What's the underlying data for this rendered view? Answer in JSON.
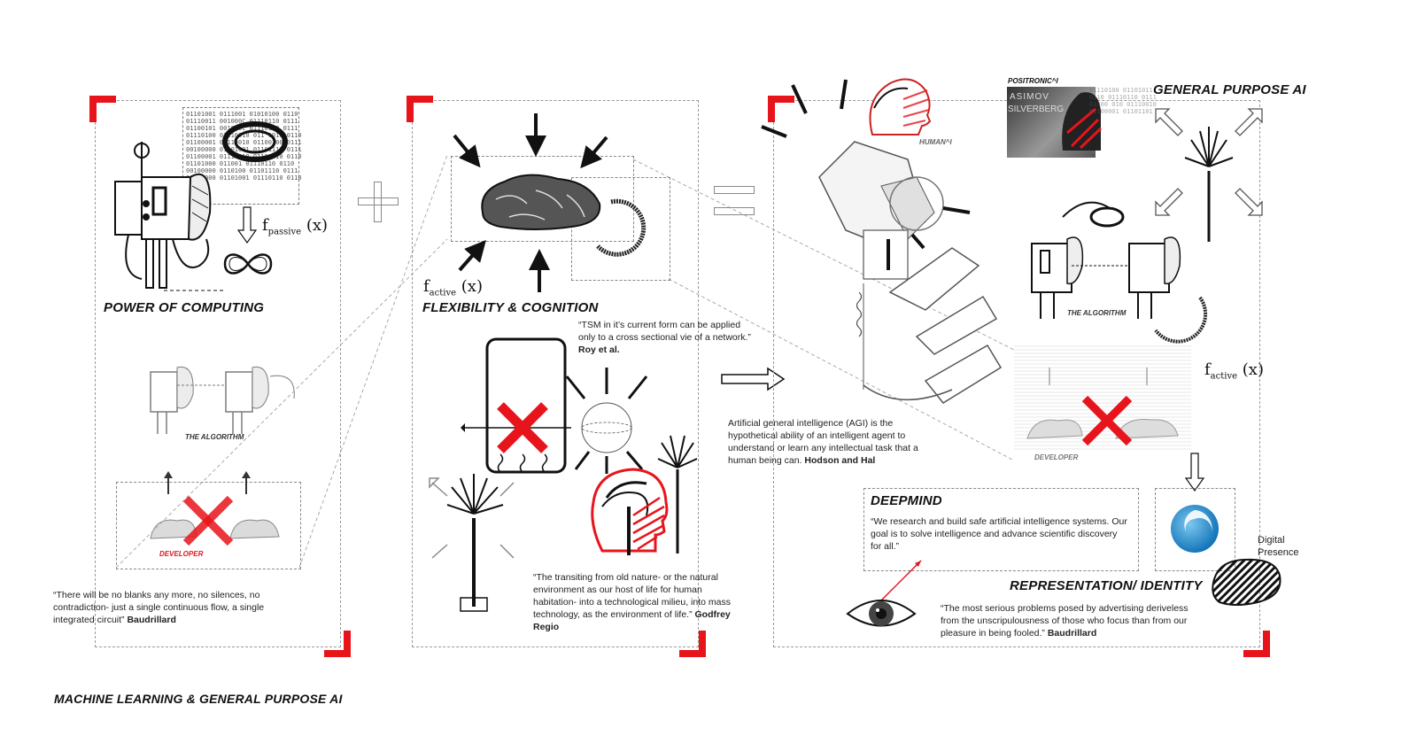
{
  "footer_title": "MACHINE LEARNING & GENERAL PURPOSE AI",
  "operators": {
    "plus": "+",
    "equals": "="
  },
  "panel1": {
    "heading": "POWER OF COMPUTING",
    "fn_label": "f",
    "fn_sub": "passive",
    "fn_arg": "(x)",
    "algorithm_label": "THE ALGORITHM",
    "developer_label": "DEVELOPER",
    "quote_text": "“There will be no blanks any more, no silences, no contradiction- just a single continuous flow, a single integrated circuit”",
    "quote_author": "Baudrillard",
    "binary": "01101001 0111001 01010100 0110\n01110011 001000C 01110110 0111\n01100101 001000C 01110110 0111\n01110100 01110010 011 1010 0110\n01100001 01110010 01100100 0111\n00100000 01101001 01101110 0111\n01100001 01110010 01100010 0110\n01101000 011001 01110110 0110\n00100000 0110100 01101110 0111\n01110000 01101001 01110110 0110"
  },
  "panel2": {
    "heading": "FLEXIBILITY & COGNITION",
    "fn_label": "f",
    "fn_sub": "active",
    "fn_arg": "(x)",
    "quote1_text": "“TSM in it’s current form can be applied only to a cross sectional vie of a network.”",
    "quote1_author": "Roy et al.",
    "quote2_text": "“The transiting from old  nature- or the natural environment as our host of life for human habitation- into a technological milieu, into mass technology, as the environment of life.”",
    "quote2_author": "Godfrey Regio"
  },
  "panel3": {
    "heading": "GENERAL PURPOSE AI",
    "human_label": "HUMAN^I",
    "positronic_label": "POSITRONIC^I",
    "positronic_lines": [
      "ASIMOV",
      "SILVERBERG"
    ],
    "algorithm_label": "THE ALGORITHM",
    "developer_label": "DEVELOPER",
    "fn_label": "f",
    "fn_sub": "active",
    "fn_arg": "(x)",
    "agi_text": "Artificial general intelligence (AGI) is the hypothetical ability of an intelligent agent to understand or learn any intellectual task that a human being can.",
    "agi_author": "Hodson and Hal",
    "deepmind_title": "DEEPMIND",
    "deepmind_text": "“We research and build safe artificial intelligence systems. Our goal is to solve intelligence and advance scientific discovery for all.”",
    "digital_presence": "Digital Presence",
    "representation_heading": "REPRESENTATION/ IDENTITY",
    "quote_text": "“The most serious problems posed by advertising deriveless from the unscripulousness of those who focus than from our pleasure in being fooled.”",
    "quote_author": "Baudrillard"
  },
  "colors": {
    "accent": "#e8141b",
    "ink": "#111111",
    "dash": "#9a9a9a",
    "deepmind_blue": "#1c8fd6"
  }
}
